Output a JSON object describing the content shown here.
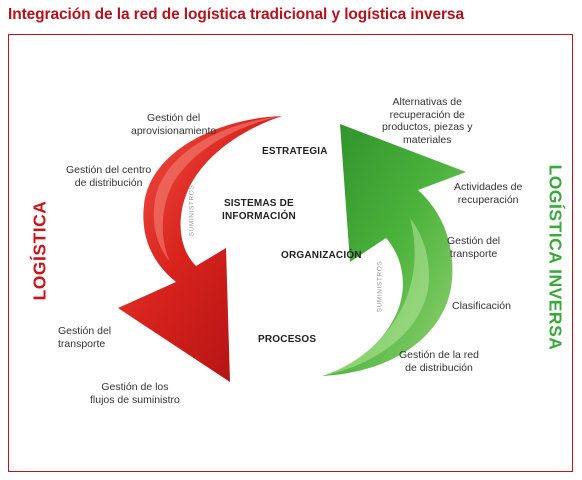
{
  "title": "Integración de la red de logística tradicional y logística inversa",
  "colors": {
    "accent_red": "#c0141c",
    "arrow_red": "#d4231e",
    "arrow_green": "#49b03a",
    "title_red": "#b5121b"
  },
  "left_side_label": "LOGÍSTICA",
  "right_side_label": "LOGÍSTICA INVERSA",
  "center": {
    "estrategia": "ESTRATEGIA",
    "sistemas_line1": "SISTEMAS DE",
    "sistemas_line2": "INFORMACIÓN",
    "organizacion": "ORGANIZACIÓN",
    "procesos": "PROCESOS"
  },
  "red_arrow_caption": "SUMINISTROS",
  "green_arrow_caption": "SUMINISTROS",
  "left_labels": {
    "aprov_1": "Gestión del",
    "aprov_2": "aprovisionamiento",
    "centro_1": "Gestión del centro",
    "centro_2": "de distribución",
    "transporte_1": "Gestión del",
    "transporte_2": "transporte",
    "flujos_1": "Gestión de los",
    "flujos_2": "flujos de suministro"
  },
  "right_labels": {
    "alt_1": "Alternativas de",
    "alt_2": "recuperación de",
    "alt_3": "productos, piezas y",
    "alt_4": "materiales",
    "act_1": "Actividades de",
    "act_2": "recuperación",
    "trans_1": "Gestión del",
    "trans_2": "transporte",
    "clasificacion": "Clasificación",
    "red_1": "Gestión de la red",
    "red_2": "de distribución"
  }
}
